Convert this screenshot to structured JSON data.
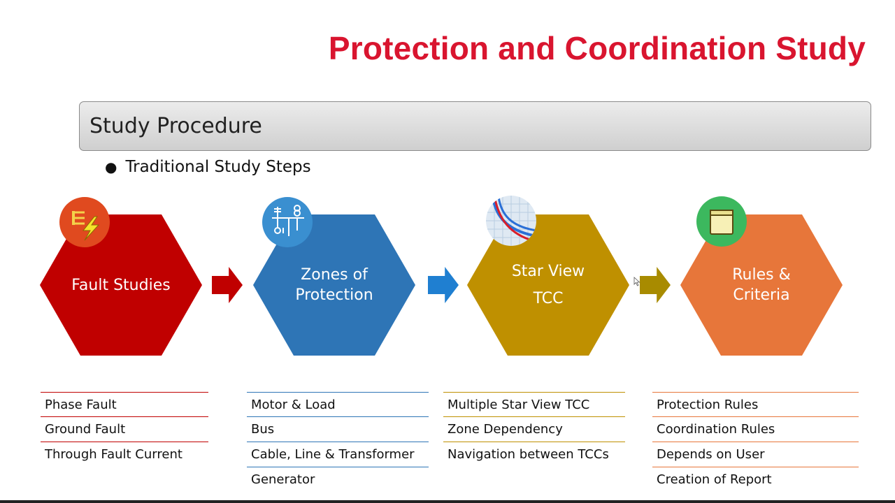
{
  "title": "Protection and Coordination Study",
  "section": {
    "header": "Study Procedure",
    "bullet": "Traditional Study Steps"
  },
  "steps": [
    {
      "line1": "Fault Studies",
      "line2": "",
      "color": "#c00000",
      "icon": "fault-lightning-icon",
      "items": [
        "Phase Fault",
        "Ground Fault",
        "Through Fault Current"
      ]
    },
    {
      "line1": "Zones of",
      "line2": "Protection",
      "color": "#2e75b6",
      "icon": "one-line-diagram-icon",
      "items": [
        "Motor & Load",
        "Bus",
        "Cable, Line & Transformer",
        "Generator"
      ]
    },
    {
      "line1": "Star View",
      "line2": "TCC",
      "color": "#bf9000",
      "icon": "tcc-curve-icon",
      "items": [
        "Multiple Star View TCC",
        "Zone Dependency",
        "Navigation between TCCs"
      ]
    },
    {
      "line1": "Rules &",
      "line2": "Criteria",
      "color": "#e7763a",
      "icon": "book-icon",
      "items": [
        "Protection Rules",
        "Coordination Rules",
        "Depends on User",
        "Creation of Report"
      ]
    }
  ],
  "arrow_colors": [
    "#c00000",
    "#1f7fd1",
    "#a88b00"
  ]
}
